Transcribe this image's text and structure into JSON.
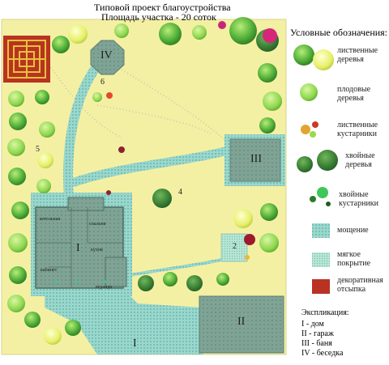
{
  "title_line1": "Типовой проект благоустройства",
  "title_line2": "Площадь участка - 20 соток",
  "legend": {
    "title": "Условные обозначения:",
    "items": [
      {
        "id": "deciduous-trees",
        "label": "лиственные деревья"
      },
      {
        "id": "fruit-trees",
        "label": "плодовые деревья"
      },
      {
        "id": "deciduous-shrubs",
        "label": "лиственные кустарники"
      },
      {
        "id": "conifer-trees",
        "label": "хвойные деревья"
      },
      {
        "id": "conifer-shrubs",
        "label": "хвойные кустарники"
      },
      {
        "id": "paving",
        "label": "мощение"
      },
      {
        "id": "soft-cover",
        "label": "мягкое покрытие"
      },
      {
        "id": "decor-fill",
        "label": "декоративная отсыпка"
      }
    ]
  },
  "explication": {
    "title": "Экспликация:",
    "items": [
      "I - дом",
      "II - гараж",
      "III - баня",
      "IV - беседка"
    ]
  },
  "plan_labels": {
    "house": "I",
    "garage": "II",
    "sauna": "III",
    "gazebo": "IV",
    "drive": "I",
    "num2": "2",
    "num4": "4",
    "num5": "5",
    "num6": "6"
  },
  "rooms": {
    "r1": "котельная",
    "r2": "спальня",
    "r3": "кухня",
    "r4": "кабинет",
    "r5": "веранда"
  },
  "colors": {
    "lawn": "#f4f0a0",
    "paving": "#8ecfc6",
    "building": "#8aa69a",
    "deciduous": "#57b43a",
    "fruit": "#8fd64e",
    "conifer": "#2d7a2d",
    "decor": "#b83322"
  }
}
